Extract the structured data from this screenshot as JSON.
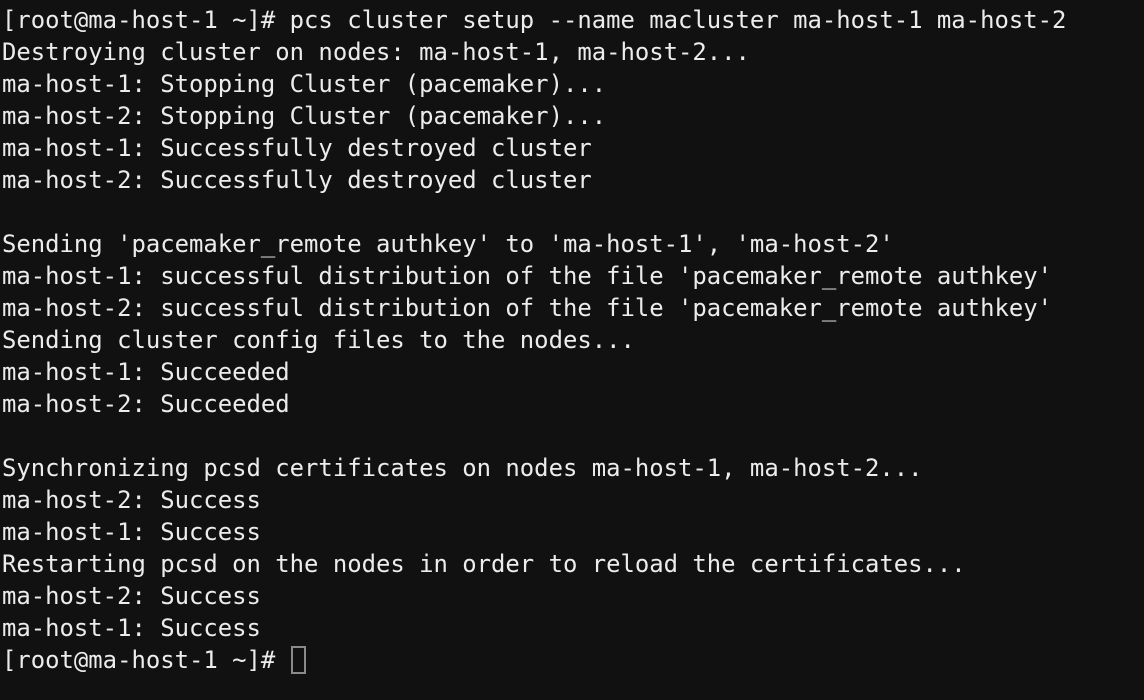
{
  "terminal": {
    "prompt": "[root@ma-host-1 ~]# ",
    "cursor_color": "#8a8a8a",
    "background": "#111111",
    "foreground": "#ececec",
    "lines": [
      "[root@ma-host-1 ~]# pcs cluster setup --name macluster ma-host-1 ma-host-2",
      "Destroying cluster on nodes: ma-host-1, ma-host-2...",
      "ma-host-1: Stopping Cluster (pacemaker)...",
      "ma-host-2: Stopping Cluster (pacemaker)...",
      "ma-host-1: Successfully destroyed cluster",
      "ma-host-2: Successfully destroyed cluster",
      "",
      "Sending 'pacemaker_remote authkey' to 'ma-host-1', 'ma-host-2'",
      "ma-host-1: successful distribution of the file 'pacemaker_remote authkey'",
      "ma-host-2: successful distribution of the file 'pacemaker_remote authkey'",
      "Sending cluster config files to the nodes...",
      "ma-host-1: Succeeded",
      "ma-host-2: Succeeded",
      "",
      "Synchronizing pcsd certificates on nodes ma-host-1, ma-host-2...",
      "ma-host-2: Success",
      "ma-host-1: Success",
      "Restarting pcsd on the nodes in order to reload the certificates...",
      "ma-host-2: Success",
      "ma-host-1: Success"
    ]
  }
}
